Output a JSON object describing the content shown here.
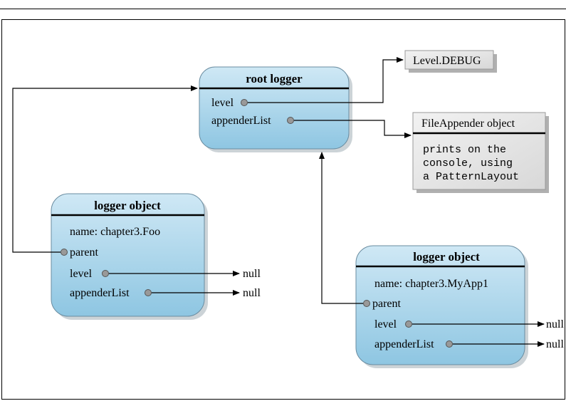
{
  "root_logger": {
    "title": "root logger",
    "fields": [
      "level",
      "appenderList"
    ]
  },
  "level_debug": {
    "label": "Level.DEBUG"
  },
  "file_appender": {
    "title": "FileAppender object",
    "lines": [
      "prints on the",
      "console, using",
      "a PatternLayout"
    ]
  },
  "logger_foo": {
    "title": "logger object",
    "name": "name: chapter3.Foo",
    "fields": [
      "parent",
      "level",
      "appenderList"
    ],
    "null_level": "null",
    "null_appender": "null"
  },
  "logger_myapp": {
    "title": "logger object",
    "name": "name: chapter3.MyApp1",
    "fields": [
      "parent",
      "level",
      "appenderList"
    ],
    "null_level": "null",
    "null_appender": "null"
  },
  "colors": {
    "node_fill_light": "#d6ecf6",
    "node_fill_dark": "#8cc5e0",
    "box_fill": "#e8e8e8"
  }
}
